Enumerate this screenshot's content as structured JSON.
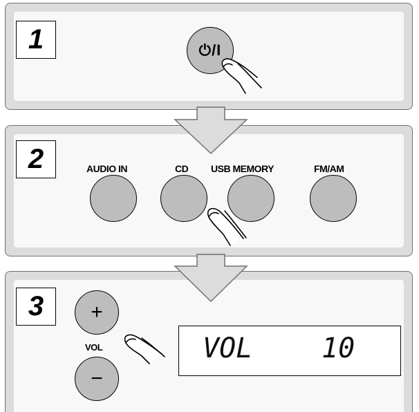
{
  "steps": [
    {
      "number": "1"
    },
    {
      "number": "2",
      "buttons": [
        "AUDIO IN",
        "CD",
        "USB MEMORY",
        "FM/AM"
      ]
    },
    {
      "number": "3",
      "vol_label": "VOL",
      "plus_symbol": "+",
      "minus_symbol": "−",
      "display_label": "VOL",
      "display_value": "10"
    }
  ],
  "power_label": "⏻/I",
  "colors": {
    "panel": "#dcdcdc",
    "panel_inner": "#f8f8f8",
    "button_fill": "#bdbdbd",
    "outline": "#000000"
  }
}
